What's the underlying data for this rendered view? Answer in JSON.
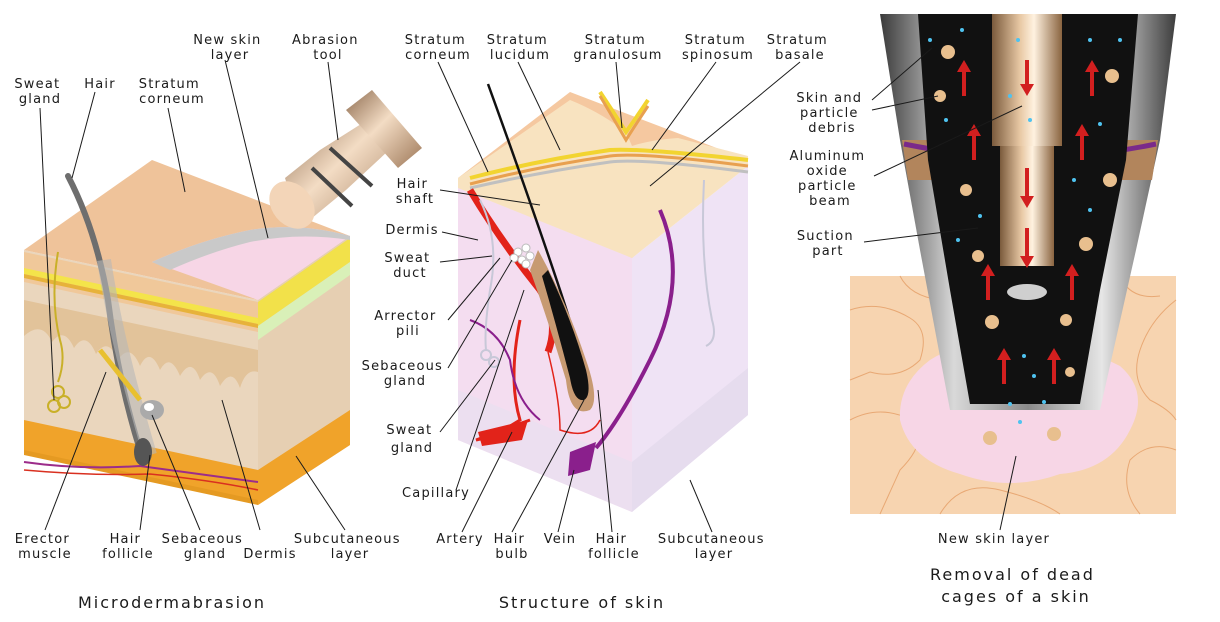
{
  "panels": {
    "microdermabrasion": {
      "caption": "Microdermabrasion",
      "labels": {
        "sweat_gland": [
          "Sweat",
          "gland"
        ],
        "hair": [
          "Hair"
        ],
        "stratum_corneum": [
          "Stratum",
          "corneum"
        ],
        "new_skin_layer": [
          "New skin",
          "layer"
        ],
        "abrasion_tool": [
          "Abrasion",
          "tool"
        ],
        "erector_muscle": [
          "Erector",
          "muscle"
        ],
        "hair_follicle": [
          "Hair",
          "follicle"
        ],
        "sebaceous_gland": [
          "Sebaceous",
          "gland"
        ],
        "dermis": [
          "Dermis"
        ],
        "subcutaneous_layer": [
          "Subcutaneous",
          "layer"
        ]
      }
    },
    "structure": {
      "caption": "Structure of skin",
      "labels": {
        "stratum_corneum": [
          "Stratum",
          "corneum"
        ],
        "stratum_lucidum": [
          "Stratum",
          "lucidum"
        ],
        "stratum_granulosum": [
          "Stratum",
          "granulosum"
        ],
        "stratum_spinosum": [
          "Stratum",
          "spinosum"
        ],
        "stratum_basale": [
          "Stratum",
          "basale"
        ],
        "hair_shaft": [
          "Hair",
          "shaft"
        ],
        "dermis": [
          "Dermis"
        ],
        "sweat_duct": [
          "Sweat",
          "duct"
        ],
        "arrector_pili": [
          "Arrector",
          "pili"
        ],
        "sebaceous_gland": [
          "Sebaceous",
          "gland"
        ],
        "sweat_gland": [
          "Sweat",
          "gland"
        ],
        "capillary": [
          "Capillary"
        ],
        "artery": [
          "Artery"
        ],
        "hair_bulb": [
          "Hair",
          "bulb"
        ],
        "vein": [
          "Vein"
        ],
        "hair_follicle": [
          "Hair",
          "follicle"
        ],
        "subcutaneous_layer": [
          "Subcutaneous",
          "layer"
        ]
      }
    },
    "removal": {
      "caption": [
        "Removal of dead",
        "cages of a skin"
      ],
      "labels": {
        "debris": [
          "Skin and",
          "particle",
          "debris"
        ],
        "beam": [
          "Aluminum",
          "oxide",
          "particle",
          "beam"
        ],
        "suction": [
          "Suction",
          "part"
        ],
        "new_skin_layer": [
          "New skin layer"
        ]
      }
    }
  },
  "colors": {
    "epidermis": "#f2c7a1",
    "dermis": "#ead2b5",
    "subcutaneous": "#f0a22a",
    "new_skin": "#f7d6e6",
    "artery": "#e2231a",
    "vein": "#8a1f8c",
    "tool_metal": "#8a8a8a",
    "tool_copper": "#b88a64"
  }
}
